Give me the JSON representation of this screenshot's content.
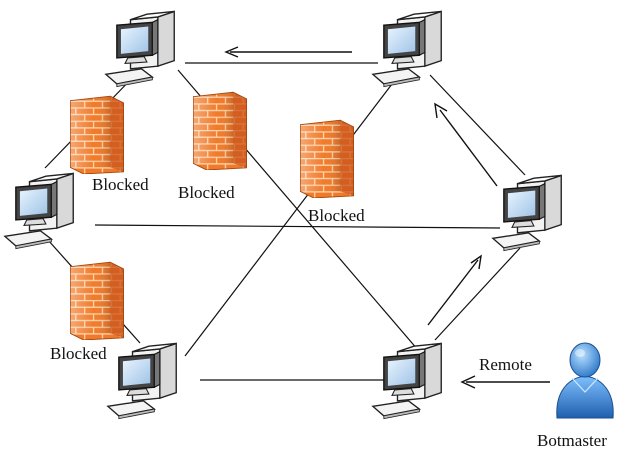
{
  "labels": {
    "blocked_1": "Blocked",
    "blocked_2": "Blocked",
    "blocked_3": "Blocked",
    "blocked_4": "Blocked",
    "remote": "Remote",
    "botmaster": "Botmaster"
  },
  "icons": {
    "computer": "computer-icon",
    "firewall": "firewall-icon",
    "user": "user-icon"
  },
  "colors": {
    "line": "#111111",
    "firewall_light": "#ffb36b",
    "firewall_dark": "#e0621a",
    "user_blue": "#2f7fd6"
  }
}
